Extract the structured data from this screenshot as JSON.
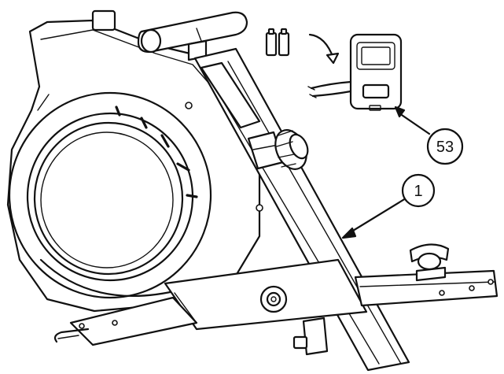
{
  "callouts": [
    {
      "id": "frame",
      "number": "1"
    },
    {
      "id": "console",
      "number": "53"
    }
  ]
}
